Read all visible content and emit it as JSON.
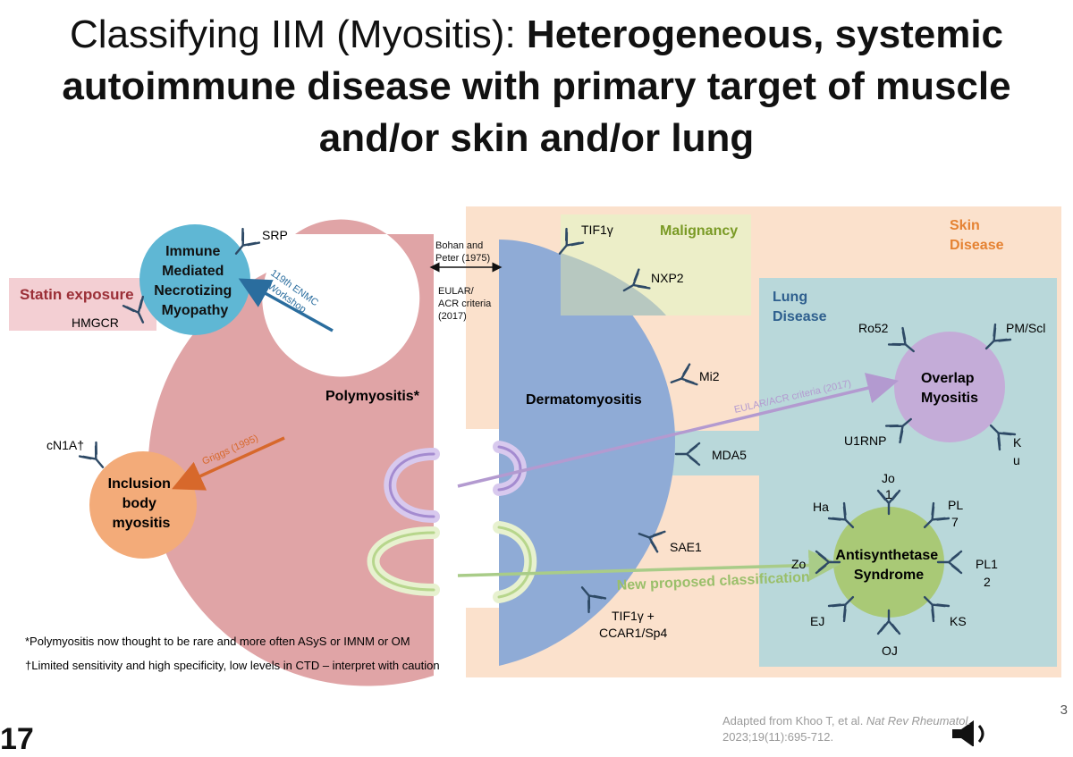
{
  "slide": {
    "title_light": "Classifying IIM (Myositis): ",
    "title_bold": "Heterogeneous, systemic autoimmune disease with primary target of muscle and/or skin and/or lung",
    "page_number_left": "17",
    "page_number_right": "3"
  },
  "diagram": {
    "region_skin_disease": "Skin Disease",
    "region_skin_disease_line1": "Skin",
    "region_skin_disease_line2": "Disease",
    "region_lung_disease_line1": "Lung",
    "region_lung_disease_line2": "Disease",
    "region_malignancy": "Malignancy",
    "statin_exposure": "Statin exposure",
    "hmgcr": "HMGCR",
    "imnm_line1": "Immune",
    "imnm_line2": "Mediated",
    "imnm_line3": "Necrotizing",
    "imnm_line4": "Myopathy",
    "srp": "SRP",
    "enmc_line1": "119th ENMC",
    "enmc_line2": "Workshop",
    "bohan_line1": "Bohan and",
    "bohan_line2": "Peter (1975)",
    "eular_line1": "EULAR/",
    "eular_line2": "ACR criteria",
    "eular_line3": "(2017)",
    "polymyositis": "Polymyositis*",
    "dermatomyositis": "Dermatomyositis",
    "cn1a": "cN1A†",
    "griggs": "Griggs (1995)",
    "ibm_line1": "Inclusion",
    "ibm_line2": "body",
    "ibm_line3": "myositis",
    "tif1g": "TIF1γ",
    "nxp2": "NXP2",
    "mi2": "Mi2",
    "mda5": "MDA5",
    "sae1": "SAE1",
    "tif1g_ccar_line1": "TIF1γ +",
    "tif1g_ccar_line2": "CCAR1/Sp4",
    "overlap_line1": "Overlap",
    "overlap_line2": "Myositis",
    "ro52": "Ro52",
    "pmscl": "PM/Scl",
    "u1rnp": "U1RNP",
    "ku_line1": "K",
    "ku_line2": "u",
    "eular_arrow": "EULAR/ACR criteria (2017)",
    "new_classification": "New proposed classification",
    "asys_line1": "Antisynthetase",
    "asys_line2": "Syndrome",
    "jo_line1": "Jo",
    "jo_line2": "1",
    "pl7_line1": "PL",
    "pl7_line2": "7",
    "ha": "Ha",
    "zo": "Zo",
    "pl12_line1": "PL1",
    "pl12_line2": "2",
    "ej": "EJ",
    "ks": "KS",
    "oj": "OJ",
    "footnote1": "*Polymyositis now thought to be rare and more often ASyS or IMNM or OM",
    "footnote2": "†Limited sensitivity and high specificity, low levels in CTD – interpret with caution"
  },
  "citation": {
    "prefix": "Adapted from Khoo T, et al. ",
    "journal": "Nat Rev Rheumatol.",
    "details": "2023;19(11):695-712."
  },
  "colors": {
    "skin_bg": "#fbe1cc",
    "lung_bg": "#b9d8da",
    "malignancy_bg": "#eceec8",
    "statin_bg": "#f3cfd3",
    "polymyositis": "#e0a4a6",
    "dermatomyositis": "#8fabd6",
    "imnm": "#5fb7d4",
    "ibm": "#f3ab79",
    "overlap": "#c4acd8",
    "asys": "#a9c976",
    "antibody": "#2e4a66",
    "griggs_arrow": "#d7682b",
    "enmc_arrow": "#2a6d9e",
    "eular_arrow": "#b39ad0",
    "new_class_arrow": "#a9cc88"
  }
}
